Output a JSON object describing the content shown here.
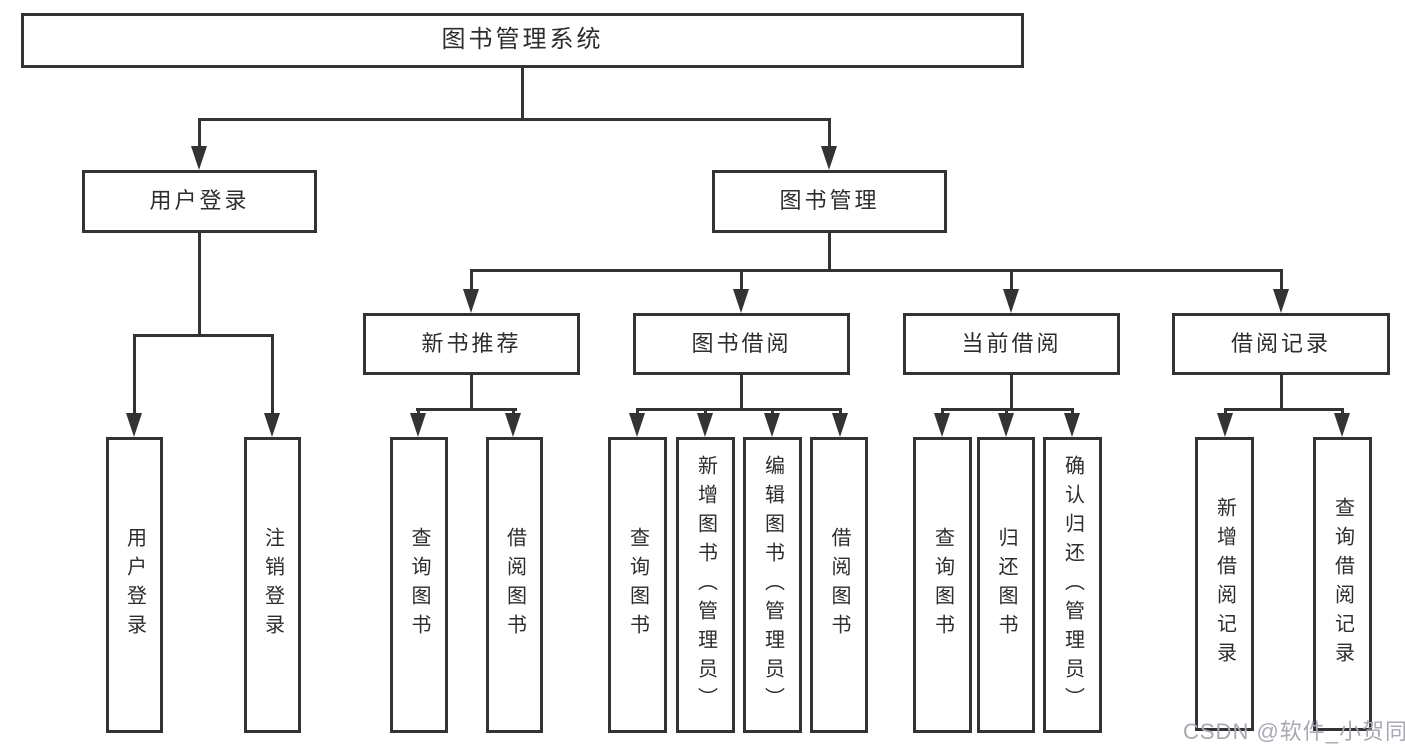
{
  "diagram_type": "hierarchy-tree",
  "colors": {
    "background": "#ffffff",
    "line": "#333333",
    "box_border": "#333333",
    "box_fill": "#ffffff",
    "text": "#2d2d2d",
    "watermark": "#a9a8b4"
  },
  "watermark": {
    "text": "CSDN @软件_小贺同学"
  },
  "tree": {
    "label": "图书管理系统",
    "children": [
      {
        "label": "用户登录",
        "children": [
          {
            "label": "用户登录"
          },
          {
            "label": "注销登录"
          }
        ]
      },
      {
        "label": "图书管理",
        "children": [
          {
            "label": "新书推荐",
            "children": [
              {
                "label": "查询图书"
              },
              {
                "label": "借阅图书"
              }
            ]
          },
          {
            "label": "图书借阅",
            "children": [
              {
                "label": "查询图书"
              },
              {
                "label": "新增图书（管理员）"
              },
              {
                "label": "编辑图书（管理员）"
              },
              {
                "label": "借阅图书"
              }
            ]
          },
          {
            "label": "当前借阅",
            "children": [
              {
                "label": "查询图书"
              },
              {
                "label": "归还图书"
              },
              {
                "label": "确认归还（管理员）"
              }
            ]
          },
          {
            "label": "借阅记录",
            "children": [
              {
                "label": "新增借阅记录"
              },
              {
                "label": "查询借阅记录"
              }
            ]
          }
        ]
      }
    ]
  }
}
